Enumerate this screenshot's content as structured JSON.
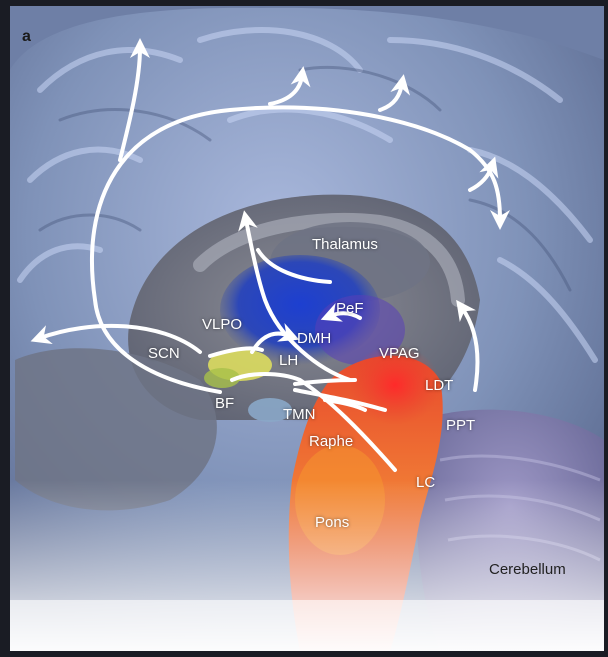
{
  "panel_label": "a",
  "regions": {
    "thalamus": "Thalamus",
    "vlpo": "VLPO",
    "pef": "PeF",
    "dmh": "DMH",
    "scn": "SCN",
    "lh": "LH",
    "vpag": "VPAG",
    "bf": "BF",
    "ldt": "LDT",
    "tmn": "TMN",
    "ppt": "PPT",
    "raphe": "Raphe",
    "lc": "LC",
    "pons": "Pons",
    "cerebellum": "Cerebellum"
  },
  "colors": {
    "background": "#1a1c24",
    "cortex": "#7f92b8",
    "arrows": "#ffffff",
    "hypothalamus_blue": "#1f3fb8",
    "brainstem_orange": "#f07030",
    "vpag_red": "#e02b2b",
    "bf_yellow": "#e8e85a"
  }
}
